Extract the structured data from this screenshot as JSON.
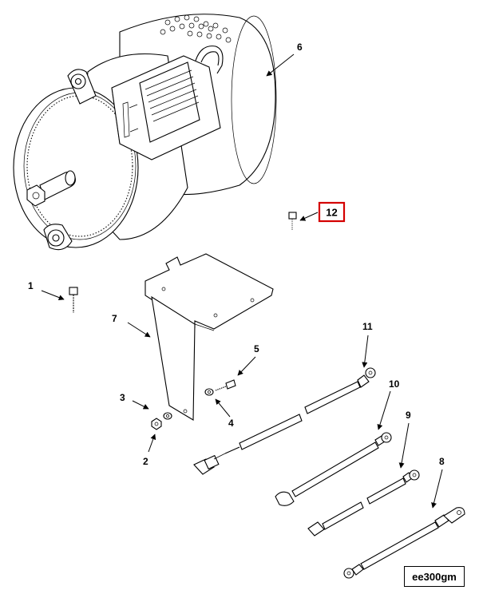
{
  "figure_id": "ee300gm",
  "highlight_color": "#d40000",
  "callouts": {
    "c1": "1",
    "c2": "2",
    "c3": "3",
    "c4": "4",
    "c5": "5",
    "c6": "6",
    "c7": "7",
    "c8": "8",
    "c9": "9",
    "c10": "10",
    "c11": "11",
    "c12": "12"
  },
  "highlighted_callout": "12"
}
